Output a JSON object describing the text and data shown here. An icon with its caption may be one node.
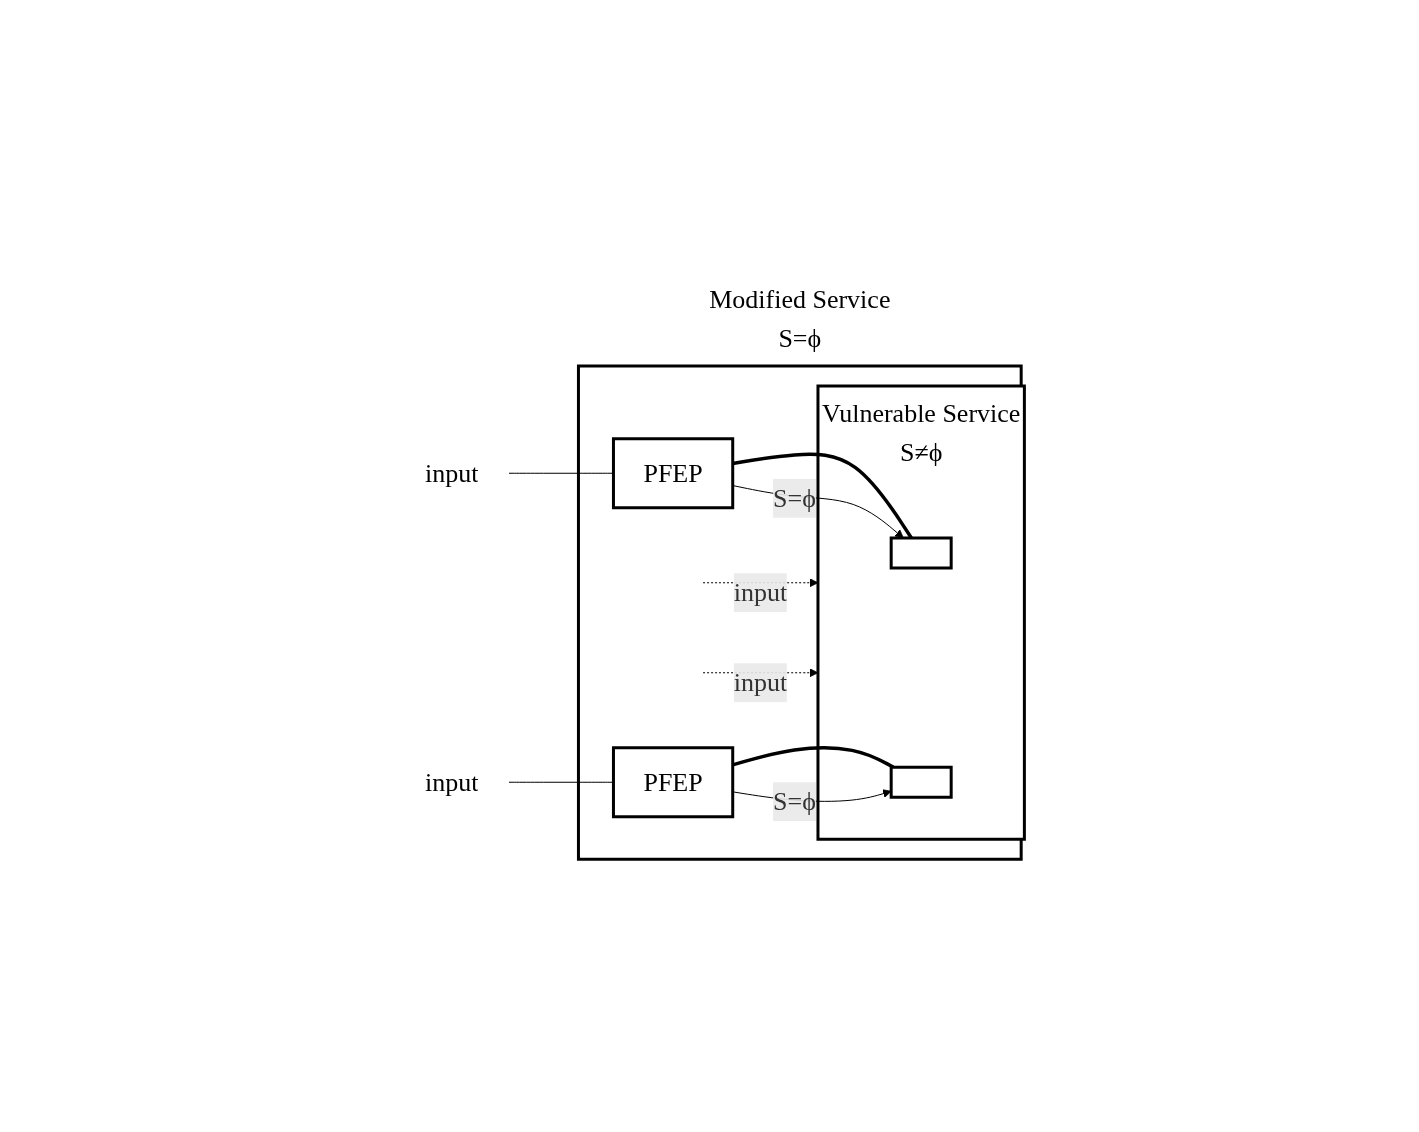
{
  "diagram": {
    "nodes": [
      {
        "text": [
          "Modified Service"
        ],
        "beside": [
          "S=ϕ"
        ]
      },
      {
        "text": [
          "PFEP"
        ],
        "in": 0
      },
      {
        "text": [
          "Vulnerable Service"
        ],
        "in": 0,
        "beside": [
          "S≠ϕ"
        ]
      },
      {
        "text": [],
        "shape": "box",
        "in": 2
      },
      {
        "text": [],
        "shape": "box",
        "in": 2
      },
      {
        "text": [
          "PFEP"
        ],
        "in": 0
      },
      {
        "text": [
          "input"
        ]
      },
      {
        "text": [
          "input"
        ]
      }
    ],
    "edges": [
      {
        "from": 6,
        "to": 1,
        "arrow": "none"
      },
      {
        "from": null,
        "to": 2,
        "arrow": "to",
        "style": "dashed",
        "label": "input"
      },
      {
        "from": 1,
        "to": 3,
        "arrow": "none",
        "style": "thick"
      },
      {
        "from": 1,
        "to": 3,
        "arrow": "to",
        "label": "S=ϕ"
      },
      {
        "from": 7,
        "to": 5,
        "arrow": "none"
      },
      {
        "from": 5,
        "to": 4,
        "arrow": "none",
        "style": "thick"
      },
      {
        "from": 5,
        "to": 4,
        "arrow": "to",
        "label": "S=ϕ"
      },
      {
        "from": null,
        "to": 2,
        "arrow": "to",
        "style": "dashed",
        "label": "input"
      }
    ]
  }
}
